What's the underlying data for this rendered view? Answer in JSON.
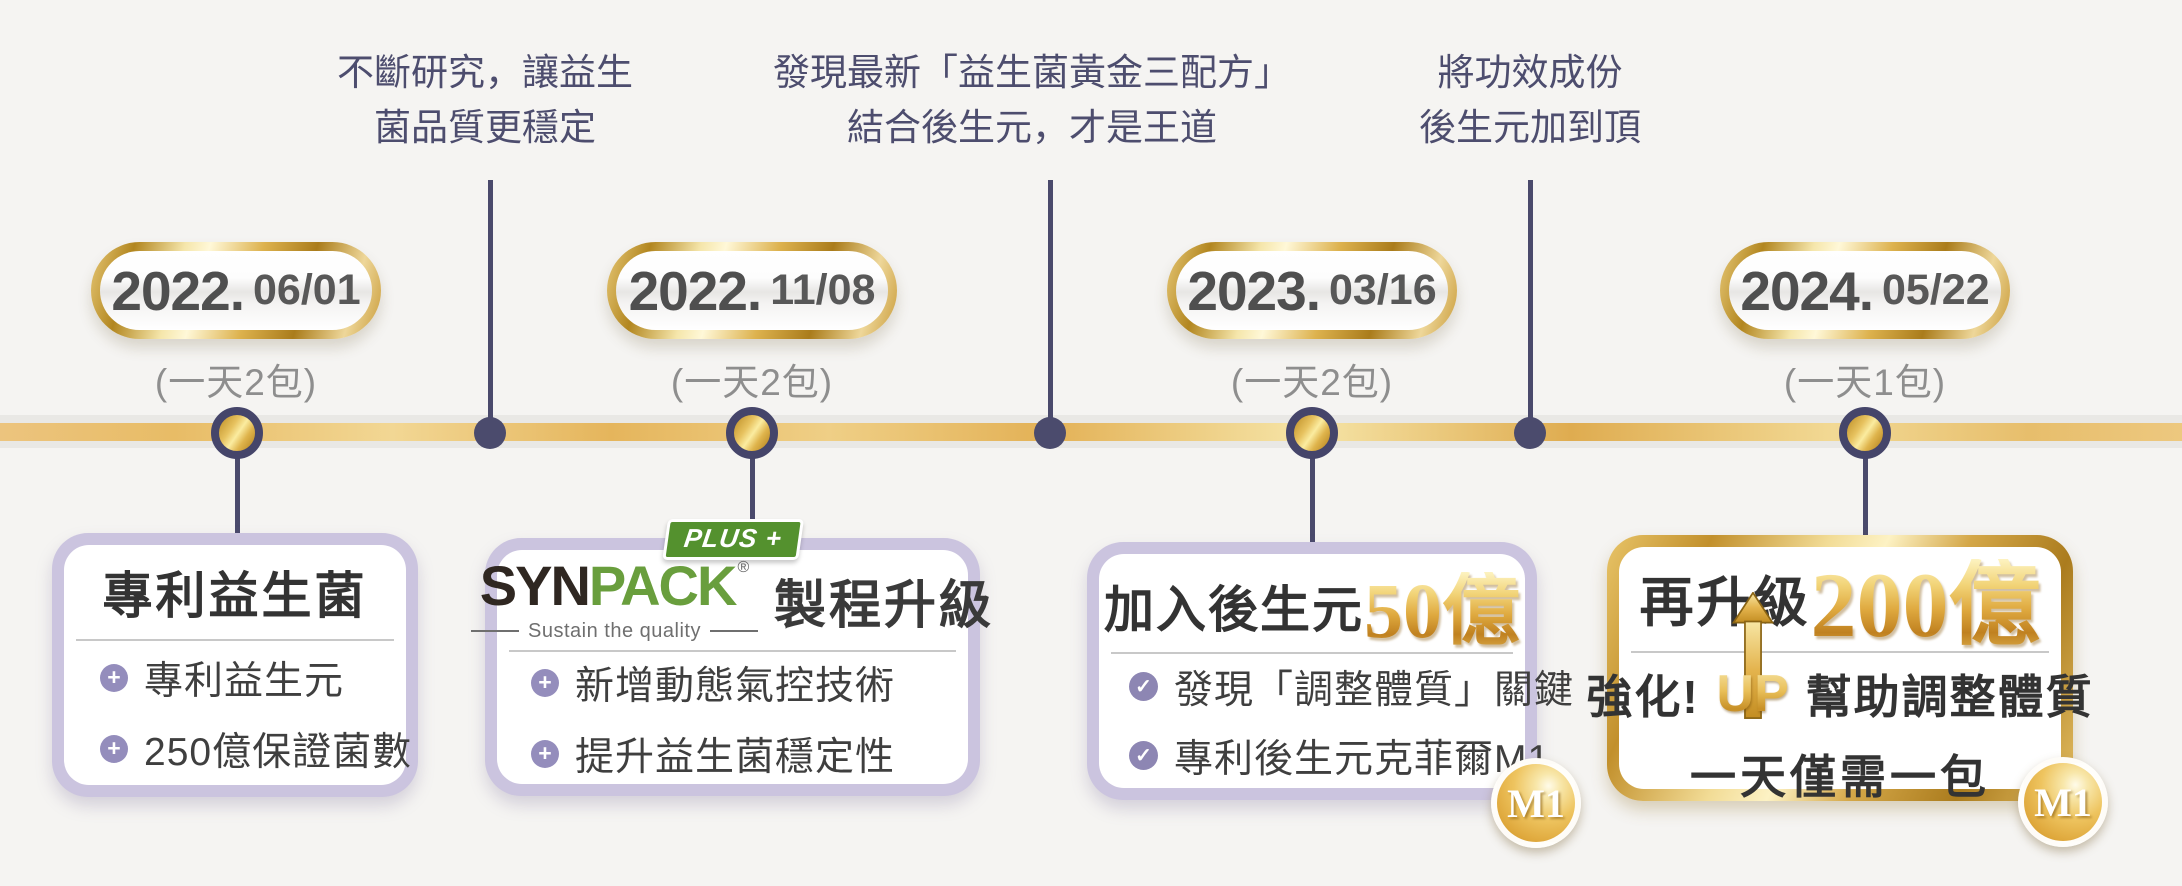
{
  "page": {
    "background": "#f5f4f2"
  },
  "colors": {
    "gold_band": "#eac57e",
    "navy": "#4a4a6c",
    "lavender_border": "#cbc4df",
    "green": "#54912e",
    "gold_accent": "#d9a845",
    "grey_label": "#8e8e8e",
    "dark_text": "#333333"
  },
  "annotations": [
    {
      "line1": "不斷研究，讓益生",
      "line2": "菌品質更穩定"
    },
    {
      "line1": "發現最新「益生菌黃金三配方」",
      "line2": "結合後生元，才是王道"
    },
    {
      "line1": "將功效成份",
      "line2": "後生元加到頂"
    }
  ],
  "milestones": [
    {
      "year": "2022.",
      "date": "06/01",
      "dosage": "(一天2包)"
    },
    {
      "year": "2022.",
      "date": "11/08",
      "dosage": "(一天2包)"
    },
    {
      "year": "2023.",
      "date": "03/16",
      "dosage": "(一天2包)"
    },
    {
      "year": "2024.",
      "date": "05/22",
      "dosage": "(一天1包)"
    }
  ],
  "cards": {
    "card1": {
      "title": "專利益生菌",
      "bullet1": "專利益生元",
      "bullet2": "250億保證菌數"
    },
    "card2": {
      "plus_badge": "PLUS +",
      "logo_syn": "SYN",
      "logo_pack": "PACK",
      "reg_mark": "®",
      "tagline": "Sustain the quality",
      "title_suffix": "製程升級",
      "bullet1": "新增動態氣控技術",
      "bullet2": "提升益生菌穩定性"
    },
    "card3": {
      "title": "加入後生元",
      "highlight": "50億",
      "bullet1": "發現「調整體質」關鍵",
      "bullet2": "專利後生元克菲爾M1",
      "badge": "M1"
    },
    "card4": {
      "title": "再升級",
      "highlight": "200億",
      "line2_prefix": "強化!",
      "line2_up": "UP",
      "line2_suffix": "幫助調整體質",
      "line3": "一天僅需一包",
      "badge": "M1"
    }
  },
  "icons": {
    "plus_glyph": "+",
    "check_glyph": "✓"
  }
}
